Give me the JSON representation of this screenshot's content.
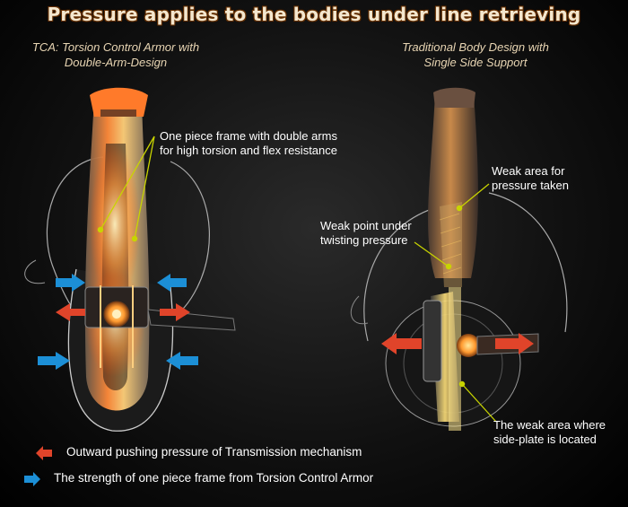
{
  "title": "Pressure applies to the bodies under line retrieving",
  "left_design": {
    "subtitle_line1": "TCA: Torsion Control Armor with",
    "subtitle_line2": "Double-Arm-Design",
    "callout_line1": "One piece frame with double arms",
    "callout_line2": "for high torsion and flex resistance"
  },
  "right_design": {
    "subtitle_line1": "Traditional Body Design with",
    "subtitle_line2": "Single Side Support",
    "callout_weak_area_line1": "Weak area for",
    "callout_weak_area_line2": "pressure taken",
    "callout_weak_point_line1": "Weak point under",
    "callout_weak_point_line2": "twisting pressure",
    "callout_side_plate_line1": "The weak area where",
    "callout_side_plate_line2": "side-plate is located"
  },
  "legend": {
    "red_label": "Outward pushing pressure of Transmission mechanism",
    "blue_label": "The strength of one piece frame from Torsion Control Armor"
  },
  "colors": {
    "outward_pressure": "#e0442a",
    "frame_strength": "#1c8fd6",
    "callout_line": "#c8d400",
    "heat_hot": "#ff6a1a",
    "heat_warm": "#ffcc66"
  }
}
